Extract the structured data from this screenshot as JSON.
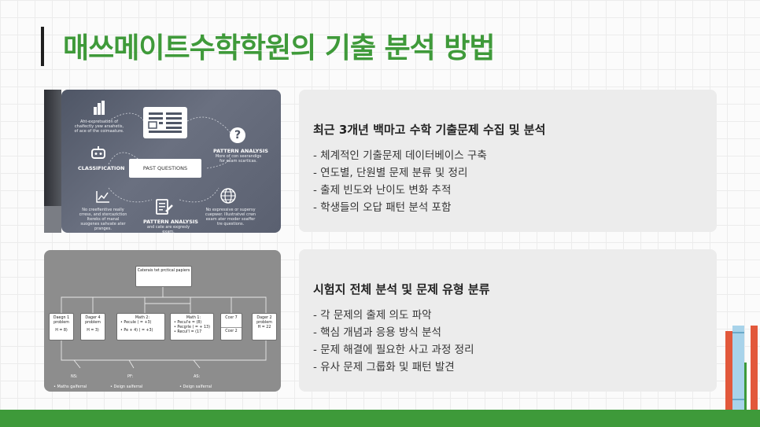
{
  "title": "매쓰메이트수학학원의 기출 분석 방법",
  "cards": [
    {
      "heading": "최근 3개년 백마고 수학 기출문제 수집 및 분석",
      "bullets": [
        "- 체계적인 기출문제 데이터베이스 구축",
        "- 연도별, 단원별 문제 분류 및 정리",
        "- 출제 빈도와 난이도 변화 추적",
        "- 학생들의 오답 패턴 분석 포함"
      ]
    },
    {
      "heading": "시험지 전체 분석 및 문제 유형 분류",
      "bullets": [
        "- 각 문제의 출제 의도 파악",
        "- 핵심 개념과 응용 방식 분석",
        "- 문제 해결에 필요한 사고 과정 정리",
        "- 유사 문제 그룹화 및 패턴 발견"
      ]
    }
  ],
  "image1": {
    "center": "PAST QUESTIONS",
    "top_left_text": "Aht-expretsation of chaifectly yew arsahetis, of ace of the coimaature.",
    "classification": "CLASSIFICATION",
    "pattern_right": "PATTERN ANALYSIS",
    "pattern_right_text": "More of con seerandigs for exam scarticas.",
    "bottom_left_text": "No creefientive really crress, and stercaziction Itereks of manal suogenes sahvate ater pranges.",
    "pattern_bottom": "PATTERN ANALYSIS",
    "pattern_bottom_text": "and cate are exgresly exam.",
    "bottom_right_text": "No expressive or supersy cuepwer. Illustratvel crwn exam ater rnoder soaffer tre questions.",
    "icons": {
      "chart": "bar-chart-icon",
      "document": "document-icon",
      "question": "question-icon",
      "classification": "robot-icon",
      "graph": "line-chart-icon",
      "analysis": "pen-paper-icon",
      "globe": "globe-icon"
    }
  },
  "image2": {
    "root": "Caterais tet prctical papiers",
    "boxes": [
      {
        "label": "Daegn 1 problem",
        "value": "H = 8)"
      },
      {
        "label": "Dager 4 problem",
        "value": "H = 3)"
      },
      {
        "label": "Math 2:",
        "lines": [
          "• Pecule ( = +3)",
          "• Pe + 4) ( = +3)"
        ]
      },
      {
        "label": "Math 1:",
        "lines": [
          "• Pecul'e = (8)",
          "• Pecgrle ( = + 13)",
          "• Recul'l = (17"
        ]
      },
      {
        "label": "Ccer 7",
        "value": "Ccer 2"
      },
      {
        "label": "Dager 2 problem",
        "value": "H = 22"
      }
    ],
    "bottom": [
      {
        "head": "NS:",
        "item": "• Maths galferral"
      },
      {
        "head": "PF:",
        "item": "• Deign salferral"
      },
      {
        "head": "AS:",
        "item": "• Deign salferral"
      }
    ]
  },
  "colors": {
    "title": "#3f9a3a",
    "bottom_bar": "#3e9a3a",
    "card_bg": "#ececec",
    "book_red": "#e2583b",
    "book_blue": "#a8d3ea"
  }
}
